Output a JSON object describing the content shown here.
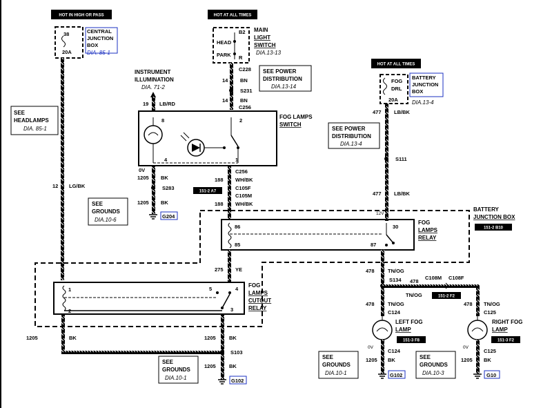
{
  "labels": {
    "hot_high_pass": "HOT IN HIGH OR PASS",
    "hot_all_times_1": "HOT AT ALL TIMES",
    "hot_all_times_2": "HOT AT ALL TIMES"
  },
  "central_junction_box": {
    "fuse_num": "38",
    "fuse_rating": "20A",
    "line1": "CENTRAL",
    "line2": "JUNCTION",
    "line3": "BOX",
    "ref": "DIA. 85-1"
  },
  "main_light_switch": {
    "pin_b2": "B2",
    "pin_r": "R",
    "pos_head": "HEAD",
    "pos_park": "PARK",
    "line1": "MAIN",
    "line2": "LIGHT",
    "line3": "SWITCH",
    "ref": "DIA.13-13"
  },
  "battery_junction_box_top": {
    "inner1": "FOG",
    "inner2": "DRL",
    "fuse_rating": "20A",
    "line1": "BATTERY",
    "line2": "JUNCTION",
    "line3": "BOX",
    "ref": "DIA.13-4"
  },
  "see_headlamps": {
    "line1": "SEE",
    "line2": "HEADLAMPS",
    "ref": "DIA. 85-1"
  },
  "instrument_illumination": {
    "line1": "INSTRUMENT",
    "line2": "ILLUMINATION",
    "ref": "DIA. 71-2"
  },
  "see_power_dist_1": {
    "line1": "SEE POWER",
    "line2": "DISTRIBUTION",
    "ref": "DIA.13-14"
  },
  "see_power_dist_2": {
    "line1": "SEE POWER",
    "line2": "DISTRIBUTION",
    "ref": "DIA.13-4"
  },
  "fog_lamps_switch": {
    "line1": "FOG LAMPS",
    "line2": "SWITCH",
    "pin8": "8",
    "pin2": "2",
    "pin4": "4",
    "pin1": "1"
  },
  "fog_lamps_relay": {
    "line1": "FOG",
    "line2": "LAMPS",
    "line3": "RELAY",
    "pin86": "86",
    "pin85": "85",
    "pin30": "30",
    "pin87": "87"
  },
  "fog_lamps_cutout_relay": {
    "line1": "FOG",
    "line2": "LAMPS",
    "line3": "CUTOUT",
    "line4": "RELAY",
    "pin1": "1",
    "pin2": "2",
    "pin5": "5",
    "pin4": "4",
    "pin3": "3"
  },
  "battery_junction_box_main": {
    "line1": "BATTERY",
    "line2": "JUNCTION BOX",
    "ref": "151-2 B10"
  },
  "wires": {
    "c228": "C228",
    "w14bn_1_num": "14",
    "w14bn_1_col": "BN",
    "s231": "S231",
    "w14bn_2_num": "14",
    "w14bn_2_col": "BN",
    "c256_top": "C256",
    "w19_num": "19",
    "w19_col": "LB/RD",
    "w12_num": "12",
    "w12_col": "LG/BK",
    "ov1": "0V",
    "w1205a_num": "1205",
    "w1205a_col": "BK",
    "s283": "S283",
    "w1205b_num": "1205",
    "w1205b_col": "BK",
    "g204": "G204",
    "c256_bot": "C256",
    "w188a_num": "188",
    "w188a_col": "WH/BK",
    "ref_151_2_a7": "151-2 A7",
    "c105f": "C105F",
    "c105m": "C105M",
    "w188b_num": "188",
    "w188b_col": "WH/BK",
    "w275_num": "275",
    "w275_col": "YE",
    "w477a_num": "477",
    "w477a_col": "LB/BK",
    "s111": "S111",
    "w477b_num": "477",
    "w477b_col": "LB/BK",
    "v12": "12V",
    "w478a_num": "478",
    "w478a_col": "TN/OG",
    "s134": "S134",
    "w478b_num": "478",
    "c108m": "C108M",
    "c108f": "C108F",
    "w478b_col": "TN/OG",
    "ref_151_2_f2a": "151-2 F2",
    "w478c_num": "478",
    "w478c_col": "TN/OG",
    "c124_top": "C124",
    "w478d_num": "478",
    "w478d_col": "TN/OG",
    "c125_top": "C125",
    "w1205c_num": "1205",
    "w1205c_col": "BK",
    "w1205d_num": "1205",
    "w1205d_col": "BK",
    "s103": "S103",
    "w1205e_num": "1205",
    "w1205e_col": "BK",
    "g102a": "G102",
    "ov2": "0V",
    "c124_bot": "C124",
    "w1205f_num": "1205",
    "w1205f_col": "BK",
    "g102b": "G102",
    "ov3": "0V",
    "c125_bot": "C125",
    "w1205g_num": "1205",
    "w1205g_col": "BK",
    "g10": "G10"
  },
  "left_fog_lamp": {
    "line1": "LEFT FOG",
    "line2": "LAMP",
    "ref": "151-3 F8"
  },
  "right_fog_lamp": {
    "line1": "RIGHT FOG",
    "line2": "LAMP",
    "ref": "151-3 F2"
  },
  "see_grounds_1": {
    "line1": "SEE",
    "line2": "GROUNDS",
    "ref": "DIA.10-6"
  },
  "see_grounds_2": {
    "line1": "SEE",
    "line2": "GROUNDS",
    "ref": "DIA.10-1"
  },
  "see_grounds_3": {
    "line1": "SEE",
    "line2": "GROUNDS",
    "ref": "DIA.10-1"
  },
  "see_grounds_4": {
    "line1": "SEE",
    "line2": "GROUNDS",
    "ref": "DIA.10-3"
  }
}
